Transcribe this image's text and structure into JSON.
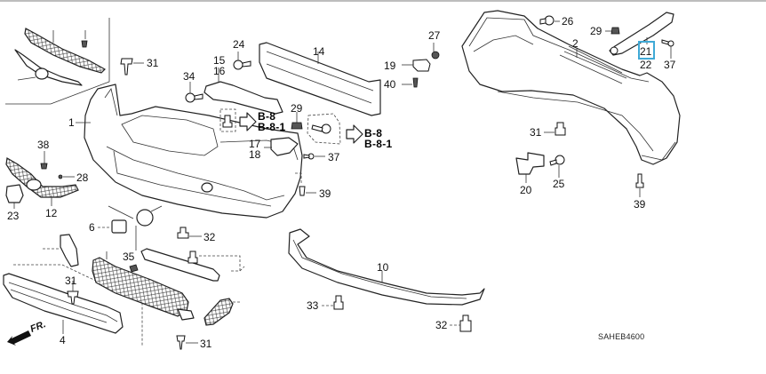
{
  "diagram": {
    "title": "Front & Rear Bumper Exploded Parts Diagram",
    "code": "SAHEB4600",
    "direction_marker": "FR.",
    "highlight_color": "#3fa9d6",
    "highlighted_part": "21",
    "references": {
      "upper_1": "B-8",
      "upper_2": "B-8-1",
      "right_1": "B-8",
      "right_2": "B-8-1"
    },
    "callouts": {
      "c1": "1",
      "c2": "2",
      "c4": "4",
      "c6": "6",
      "c10": "10",
      "c12": "12",
      "c14": "14",
      "c15": "15",
      "c16": "16",
      "c17": "17",
      "c18": "18",
      "c19": "19",
      "c20": "20",
      "c21": "21",
      "c22": "22",
      "c23": "23",
      "c24": "24",
      "c25": "25",
      "c26": "26",
      "c27": "27",
      "c28": "28",
      "c29a": "29",
      "c29b": "29",
      "c31a": "31",
      "c31b": "31",
      "c31c": "31",
      "c31d": "31",
      "c32a": "32",
      "c32b": "32",
      "c33": "33",
      "c34": "34",
      "c35": "35",
      "c37a": "37",
      "c37b": "37",
      "c38": "38",
      "c39a": "39",
      "c39b": "39",
      "c40": "40"
    }
  }
}
